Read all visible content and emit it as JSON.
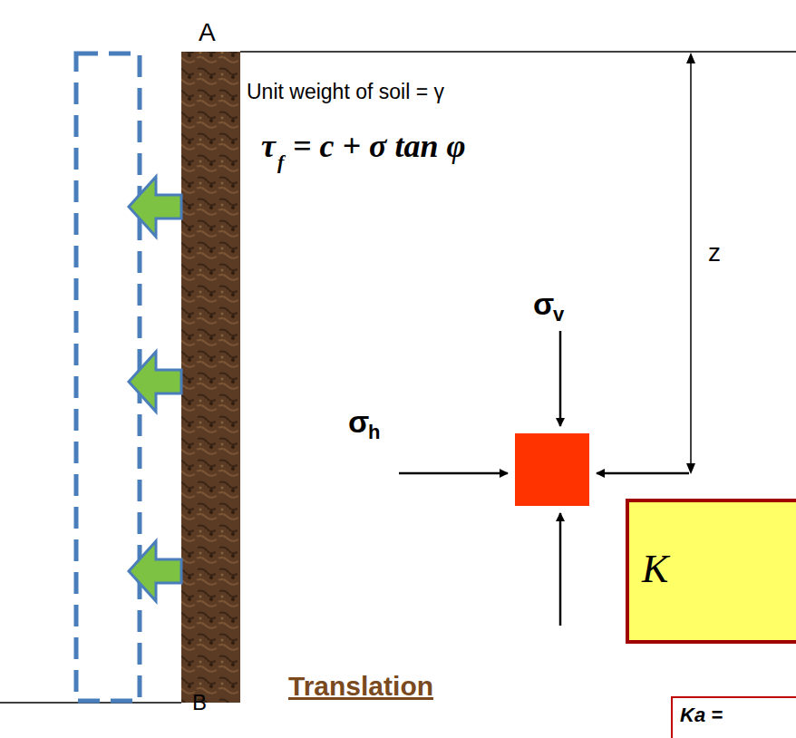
{
  "diagram": {
    "nodes": [
      {
        "text": [
          "K"
        ]
      },
      {
        "text": [
          "Ka ="
        ]
      }
    ],
    "labels": [
      "A",
      "B",
      "Unit weight of soil = γ",
      "τ",
      "f",
      "= c + σ tan φ",
      "z",
      "σ",
      "v",
      "σ",
      "h",
      "Translation"
    ]
  }
}
